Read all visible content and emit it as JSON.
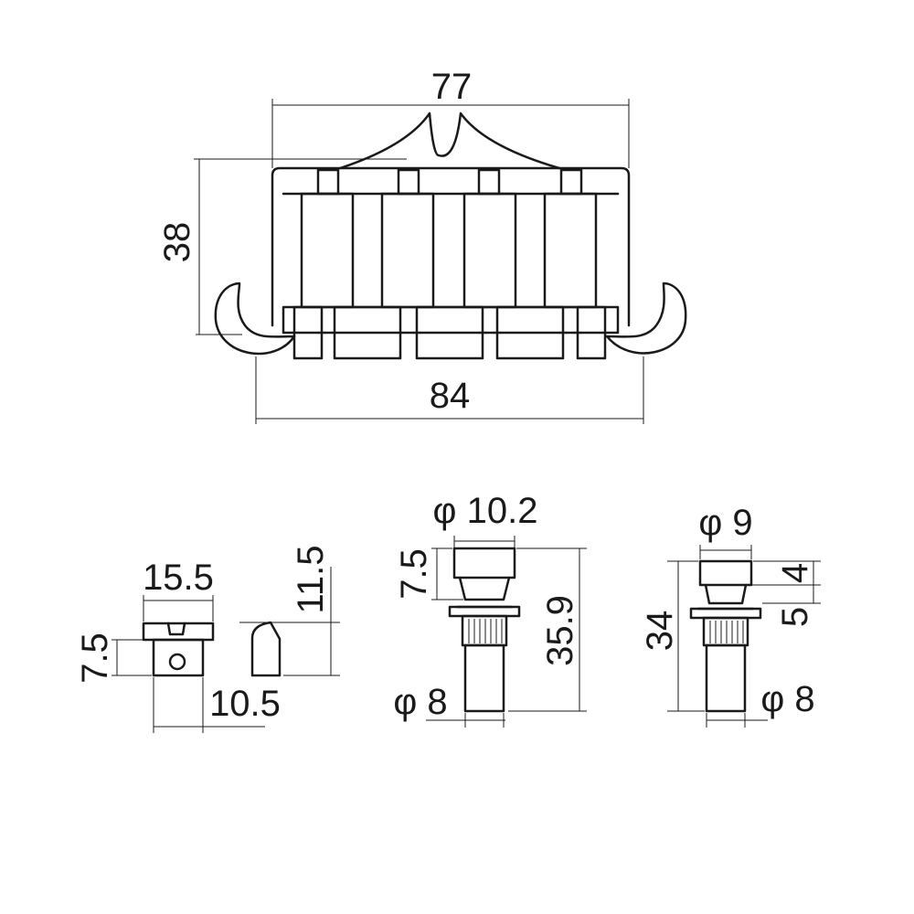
{
  "diagram": {
    "dimensions": {
      "tailpiece_top_width": "77",
      "tailpiece_height": "38",
      "tailpiece_bottom_width": "84",
      "saddle_width": "15.5",
      "saddle_height": "7.5",
      "saddle_depth": "10.5",
      "saddle_side_height": "11.5",
      "stud_a_head_diameter": "φ 10.2",
      "stud_a_head_height": "7.5",
      "stud_a_total_height": "35.9",
      "stud_a_shaft_diameter": "φ 8",
      "stud_b_head_diameter": "φ 9",
      "stud_b_head_height": "4",
      "stud_b_collar_height": "5",
      "stud_b_total_height": "34",
      "stud_b_shaft_diameter": "φ 8"
    },
    "colors": {
      "line": "#1a1a1a",
      "background": "#ffffff"
    }
  }
}
